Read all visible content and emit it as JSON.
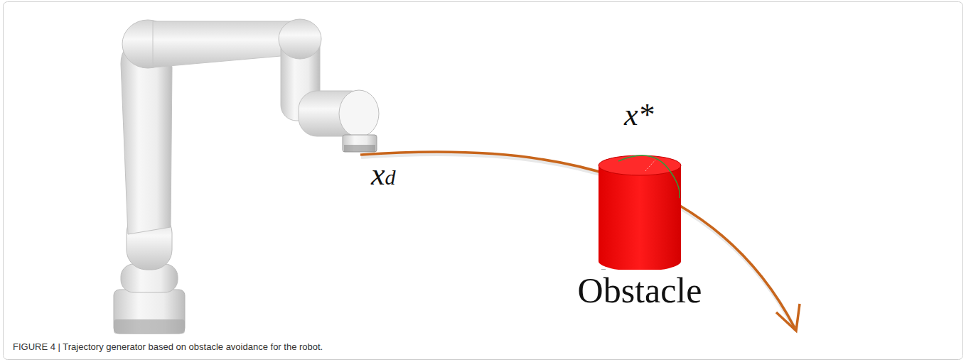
{
  "diagram": {
    "caption": "FIGURE 4 | Trajectory generator based on obstacle avoidance for the robot.",
    "nodes": [
      {
        "text": [
          "Obstacle"
        ]
      }
    ],
    "edges": [],
    "labels": [
      "x*",
      "xd"
    ]
  }
}
